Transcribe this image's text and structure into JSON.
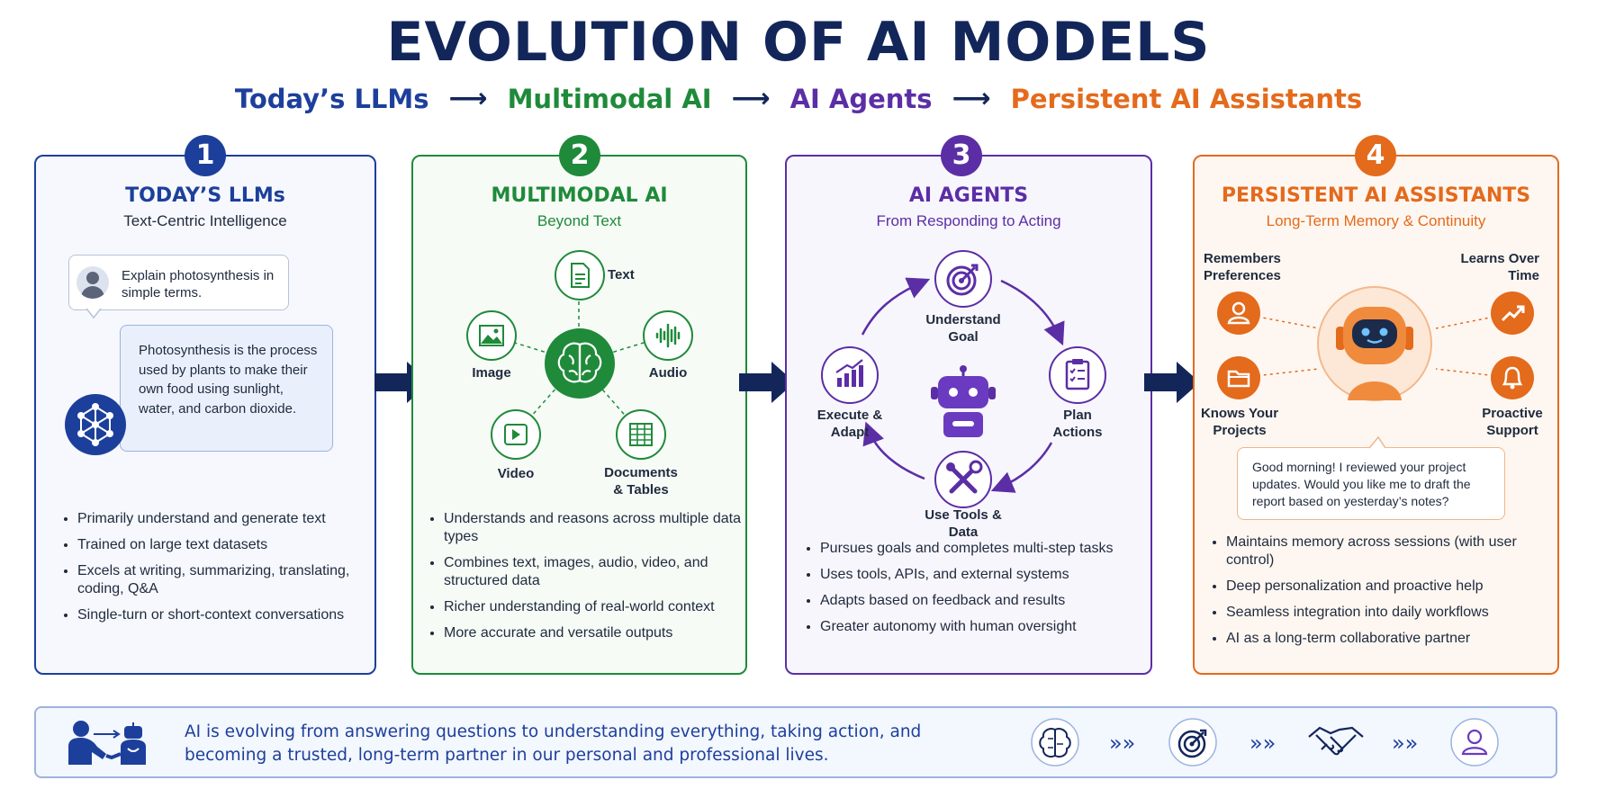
{
  "title": "EVOLUTION OF AI MODELS",
  "subtitle": {
    "stage1": "Today’s LLMs",
    "stage2": "Multimodal AI",
    "stage3": "AI Agents",
    "stage4": "Persistent AI Assistants",
    "arrow": "⟶"
  },
  "colors": {
    "blue": "#1d3f9c",
    "green": "#1f8a3a",
    "purple": "#5b2ea6",
    "orange": "#e46a1c",
    "navy": "#13265a"
  },
  "cards": [
    {
      "number": "1",
      "title": "TODAY’S LLMs",
      "subtitle": "Text-Centric Intelligence",
      "user_prompt": "Explain photosynthesis in simple terms.",
      "ai_reply": "Photosynthesis is the process used by plants to make their own food using sunlight, water, and carbon dioxide.",
      "bullets": [
        "Primarily understand and generate text",
        "Trained on large text datasets",
        "Excels at writing, summarizing, translating, coding, Q&A",
        "Single-turn or short-context conversations"
      ]
    },
    {
      "number": "2",
      "title": "MULTIMODAL AI",
      "subtitle": "Beyond Text",
      "nodes": {
        "text": "Text",
        "image": "Image",
        "audio": "Audio",
        "video": "Video",
        "documents": "Documents & Tables"
      },
      "bullets": [
        "Understands and reasons across multiple data types",
        "Combines text, images, audio, video, and structured data",
        "Richer understanding of real-world context",
        "More accurate and versatile outputs"
      ]
    },
    {
      "number": "3",
      "title": "AI AGENTS",
      "subtitle": "From Responding to Acting",
      "nodes": {
        "understand": "Understand Goal",
        "plan": "Plan Actions",
        "tools": "Use Tools & Data",
        "execute": "Execute & Adapt"
      },
      "bullets": [
        "Pursues goals and completes multi-step tasks",
        "Uses tools, APIs, and external systems",
        "Adapts based on feedback and results",
        "Greater autonomy with human oversight"
      ]
    },
    {
      "number": "4",
      "title": "PERSISTENT AI ASSISTANTS",
      "subtitle": "Long-Term Memory & Continuity",
      "nodes": {
        "preferences": "Remembers Preferences",
        "learns": "Learns Over Time",
        "projects": "Knows Your Projects",
        "proactive": "Proactive Support"
      },
      "message": "Good morning! I reviewed your project updates. Would you like me to draft the report based on yesterday’s notes?",
      "bullets": [
        "Maintains memory across sessions (with user control)",
        "Deep personalization and proactive help",
        "Seamless integration into daily workflows",
        "AI as a long-term collaborative partner"
      ]
    }
  ],
  "footer": {
    "message": "AI is evolving from answering questions to understanding everything, taking action, and becoming a trusted, long-term partner in our personal and professional lives.",
    "chevrons": "»»"
  }
}
